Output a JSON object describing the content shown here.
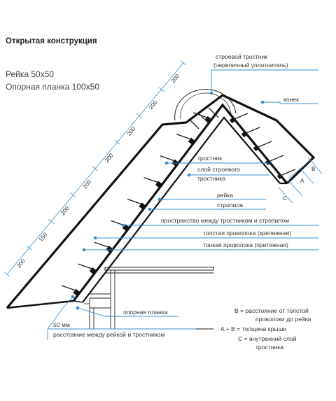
{
  "title": "Открытая конструкция",
  "specs": {
    "batten": "Рейка 50x50",
    "plank": "Опорная планка 100x50"
  },
  "labels": {
    "ridge_reed": "строевой тростник",
    "ridge_reed_note": "(черепичный уплотнитель)",
    "ridge": "конек",
    "reed": "тростник",
    "ridge_layer_1": "слой строевого",
    "ridge_layer_2": "тростника",
    "batten": "рейка",
    "rafter": "стропила",
    "space": "пространство между тростником и стропилом",
    "thick_wire": "толстая проволока (крепежная)",
    "thin_wire": "тонкая проволока (притяжная)",
    "support_plank": "опорная планка",
    "mm50": "50 мм",
    "batten_reed_gap": "расстояние между рейкой и тростником",
    "dim_a": "A",
    "dim_b": "B",
    "dim_c": "C"
  },
  "ruler": {
    "spacings": [
      "200",
      "150",
      "200",
      "200",
      "200",
      "200",
      "200",
      "200"
    ]
  },
  "legend": {
    "b_line1": "B = расстояние от толстой",
    "b_line2": "проволоки до рейки",
    "ab_line": "A + B = толщина крыши",
    "c_line1": "C = внутренний слой",
    "c_line2": "тростника"
  },
  "colors": {
    "accent": "#3a8fd0",
    "ink": "#111111"
  }
}
